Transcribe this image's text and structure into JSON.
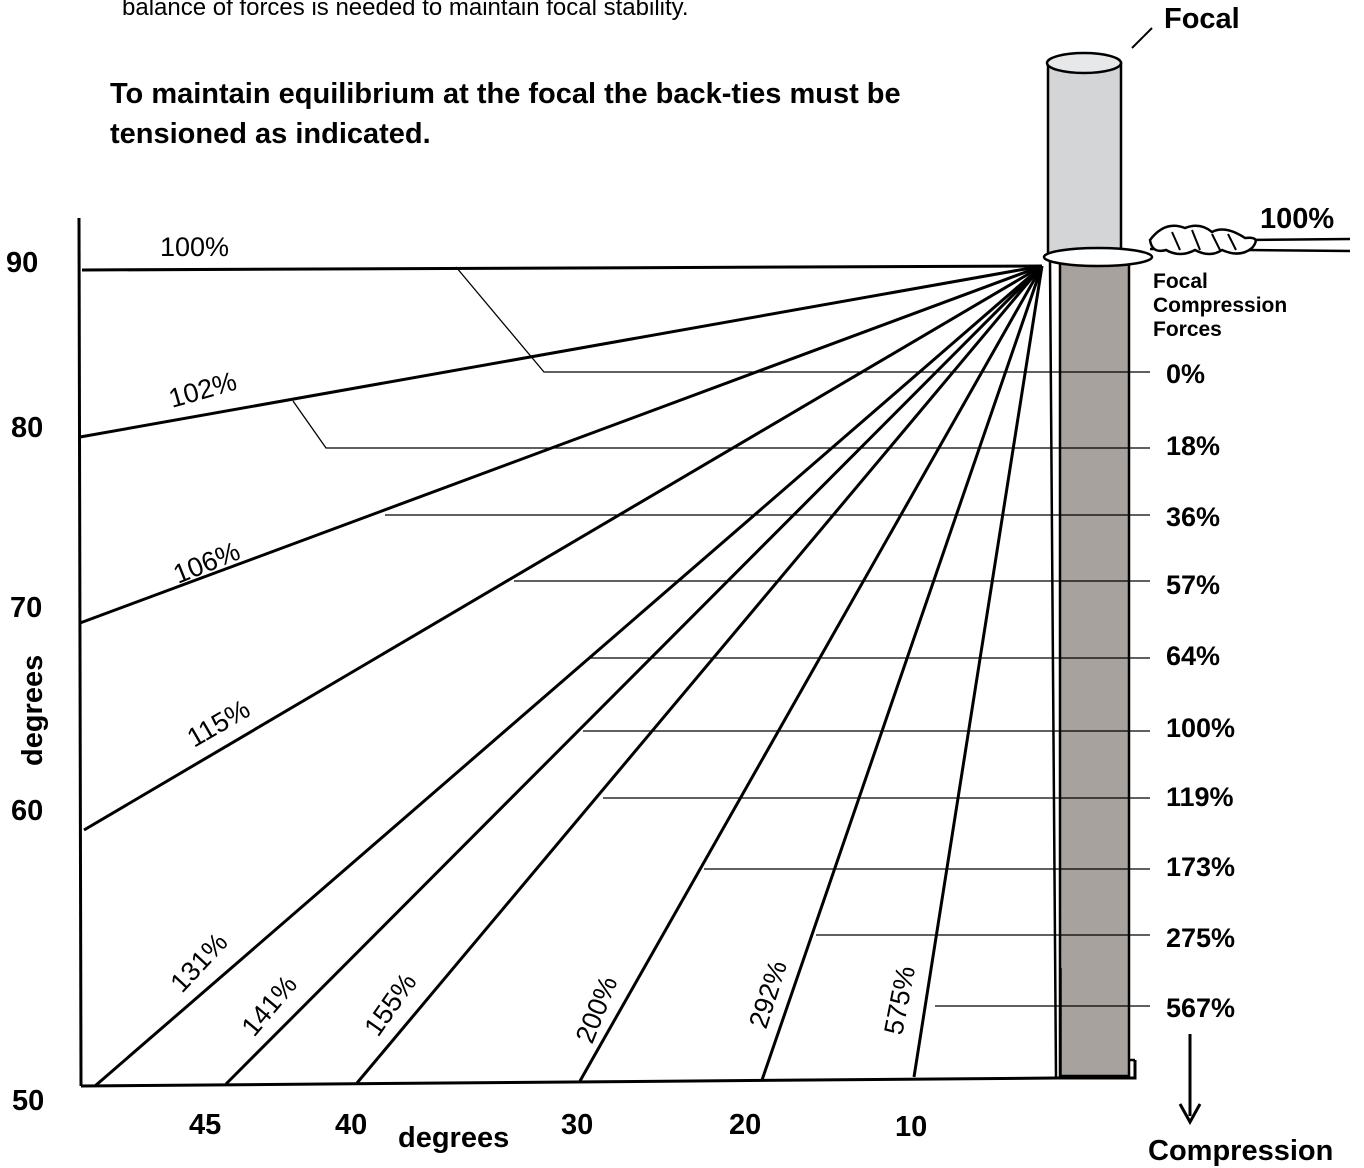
{
  "intro_text": "balance of forces is needed to maintain focal stability.",
  "heading": "To maintain equilibrium at the focal the back-ties must be tensioned as indicated.",
  "focal_label": "Focal",
  "top_tension_label": "100%",
  "compression_forces_title": [
    "Focal",
    "Compression",
    "Forces"
  ],
  "compression_label": "Compression",
  "y_axis_label": "degrees",
  "x_axis_label": "degrees",
  "y_ticks": [
    "90",
    "80",
    "70",
    "60",
    "50"
  ],
  "x_ticks": [
    "45",
    "40",
    "30",
    "20",
    "10"
  ],
  "back_ties": [
    {
      "tension": "100%",
      "compression": "0%"
    },
    {
      "tension": "102%",
      "compression": "18%"
    },
    {
      "tension": "106%",
      "compression": "36%"
    },
    {
      "tension": "115%",
      "compression": "57%"
    },
    {
      "tension": "131%",
      "compression": "64%"
    },
    {
      "tension": "141%",
      "compression": "100%"
    },
    {
      "tension": "155%",
      "compression": "119%"
    },
    {
      "tension": "200%",
      "compression": "173%"
    },
    {
      "tension": "292%",
      "compression": "275%"
    },
    {
      "tension": "575%",
      "compression": "567%"
    }
  ],
  "colors": {
    "pole_top": "#d3d5d7",
    "pole_bottom": "#a8a29e",
    "ink": "#000000"
  }
}
